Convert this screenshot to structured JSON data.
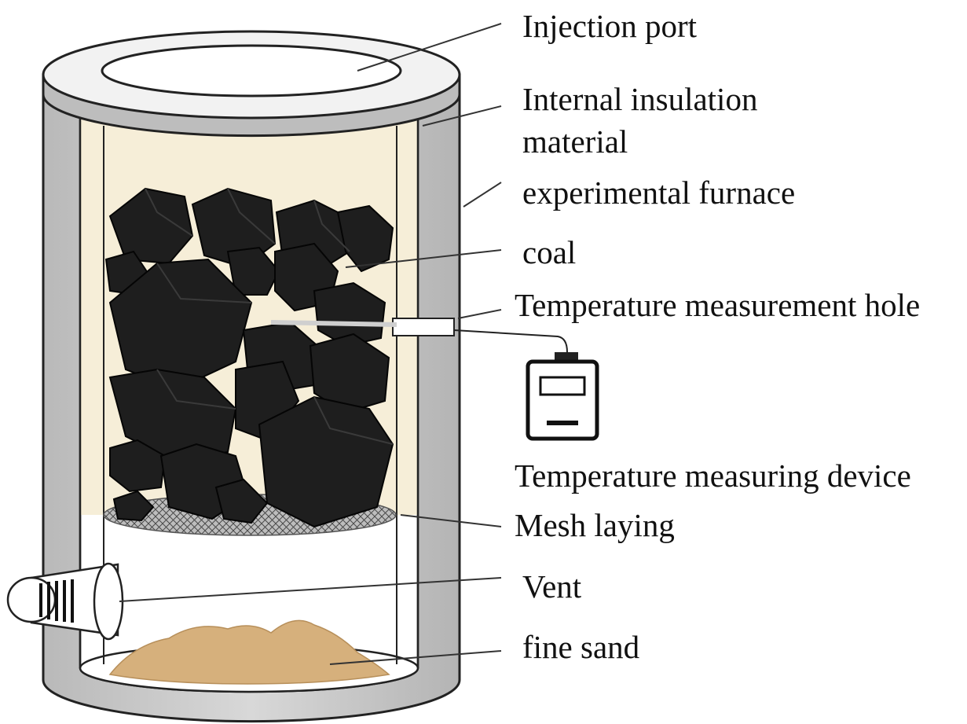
{
  "labels": {
    "injection_port": "Injection port",
    "internal_insulation_line1": "Internal insulation",
    "internal_insulation_line2": "material",
    "experimental_furnace": "experimental furnace",
    "coal": "coal",
    "temperature_measurement_hole": "Temperature measurement hole",
    "temperature_measuring_device": "Temperature measuring device",
    "mesh_laying": "Mesh laying",
    "vent": "Vent",
    "fine_sand": "fine sand"
  },
  "colors": {
    "furnace_wall": "#c9c9c9",
    "insulation": "#f6eed8",
    "coal": "#1f1f1f",
    "sand": "#d6b07c",
    "outline": "#222222"
  },
  "icons": [
    "coal-lump-icon",
    "thermometer-device-icon",
    "vent-grille-icon",
    "mesh-icon",
    "sand-pile-icon"
  ]
}
